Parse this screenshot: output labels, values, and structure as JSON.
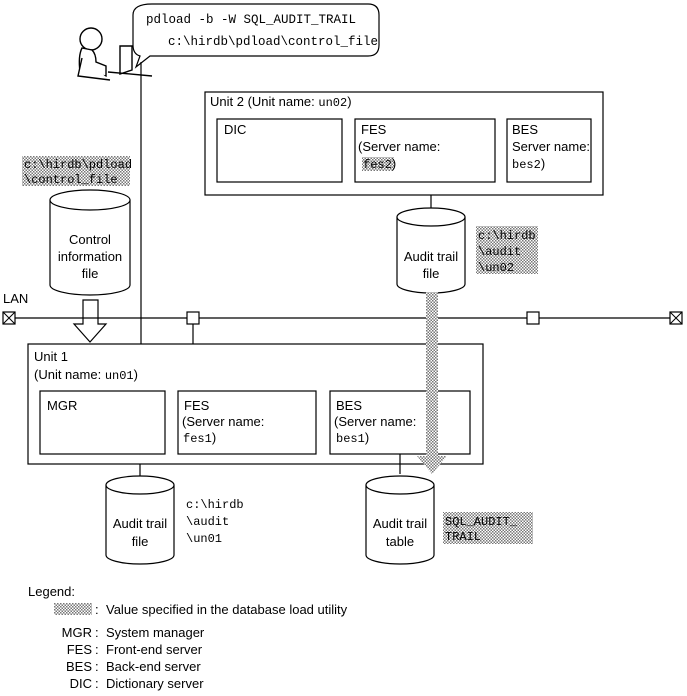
{
  "command": {
    "line1": "pdload -b -W SQL_AUDIT_TRAIL",
    "line2": "c:\\hirdb\\pdload\\control_file"
  },
  "unit2": {
    "title_prefix": "Unit 2 (Unit name: ",
    "name": "un02",
    "title_suffix": ")",
    "dic": "DIC",
    "fes": {
      "label": "FES",
      "server_prefix": "(Server name:",
      "server": "fes2",
      "close": ")"
    },
    "bes": {
      "label": "BES",
      "server_prefix": "Server name:",
      "server": "bes2",
      "close": ")"
    }
  },
  "unit1": {
    "title": "Unit 1",
    "name_prefix": "(Unit name: ",
    "name": "un01",
    "name_suffix": ")",
    "mgr": "MGR",
    "fes": {
      "label": "FES",
      "server_prefix": "(Server name:",
      "server": "fes1",
      "close": ")"
    },
    "bes": {
      "label": "BES",
      "server_prefix": "(Server name:",
      "server": "bes1",
      "close": ")"
    }
  },
  "control_file": {
    "line1": "Control",
    "line2": "information",
    "line3": "file",
    "path_line1": "c:\\hirdb\\pdload",
    "path_line2": "\\control_file"
  },
  "audit_file_2": {
    "line1": "Audit trail",
    "line2": "file",
    "path_line1": "c:\\hirdb",
    "path_line2": "\\audit",
    "path_line3": "\\un02"
  },
  "audit_file_1": {
    "line1": "Audit trail",
    "line2": "file",
    "path_line1": "c:\\hirdb",
    "path_line2": "\\audit",
    "path_line3": "\\un01"
  },
  "audit_table": {
    "line1": "Audit trail",
    "line2": "table",
    "name_line1": "SQL_AUDIT_",
    "name_line2": "TRAIL"
  },
  "lan": "LAN",
  "legend": {
    "title": "Legend:",
    "items": [
      {
        "key": "",
        "sep": ":",
        "desc": "Value specified in the database load utility"
      },
      {
        "key": "MGR",
        "sep": ":",
        "desc": "System manager"
      },
      {
        "key": "FES",
        "sep": ":",
        "desc": "Front-end server"
      },
      {
        "key": "BES",
        "sep": ":",
        "desc": "Back-end server"
      },
      {
        "key": "DIC",
        "sep": ":",
        "desc": "Dictionary server"
      }
    ]
  }
}
